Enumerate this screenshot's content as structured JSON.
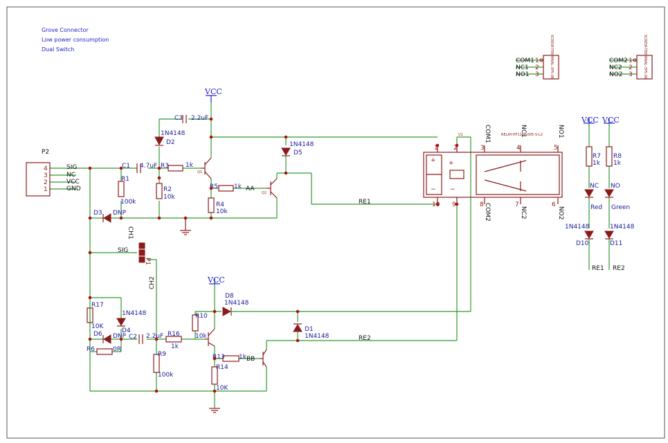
{
  "notes": [
    "Grove Connector",
    "Low power consumption",
    "Dual Switch"
  ],
  "vcc": "VCC",
  "labels": {
    "p2": "P2",
    "p2_pins": [
      "4",
      "3",
      "2",
      "1"
    ],
    "p2_sig": "SIG",
    "p2_nc": "NC",
    "p2_vcc": "VCC",
    "p2_gnd": "GND",
    "c1": "C1",
    "c1_val": "4.7uF",
    "c3": "C3",
    "c3_val": "2.2uF",
    "d2": "D2",
    "d2_val": "1N4148",
    "r3": "R3",
    "r3_val": "1k",
    "r1": "R1",
    "r1_val": "100k",
    "r2": "R2",
    "r2_val": "10k",
    "r5": "R5",
    "r5_val": "1k",
    "r4": "R4",
    "r4_val": "10k",
    "aa": "AA",
    "d5": "D5",
    "d5_val": "1N4148",
    "d3": "D3",
    "d3_val": "DNP",
    "ch1": "CH1",
    "ch2": "CH2",
    "sig": "SIG",
    "p1": "P1",
    "re1": "RE1",
    "re2": "RE2",
    "u1": "U1",
    "relay": "RELAY-HF115F-005-S-L2",
    "com1": "COM1",
    "nc1": "NC1",
    "no1": "NO1",
    "com2": "COM2",
    "nc2": "NC2",
    "no2": "NO2",
    "relay_pins": [
      "1",
      "2",
      "3",
      "4",
      "5",
      "10",
      "9",
      "8",
      "7",
      "6"
    ],
    "term_pins": [
      "1",
      "2",
      "3"
    ],
    "terminal": "SCREW-TERMINAL-3P5-06",
    "r17": "R17",
    "r17_val": "10K",
    "d4": "D4",
    "d4_val": "1N4148",
    "d6": "D6",
    "d6_val": "DNP",
    "r6": "R6",
    "r6_val": "0R",
    "c2": "C2",
    "c2_val": "2.2uF",
    "r16": "R16",
    "r16_val": "1k",
    "r9": "R9",
    "r9_val": "100k",
    "r10": "R10",
    "r10_val": "10k",
    "d8": "D8",
    "d8_val": "1N4148",
    "d1": "D1",
    "d1_val": "1N4148",
    "r13": "R13",
    "r13_val": "1k",
    "bb": "BB",
    "r14": "R14",
    "r14_val": "10K",
    "r7": "R7",
    "r7_val": "1k",
    "r8": "R8",
    "r8_val": "1k",
    "nc_led": "NC",
    "no_led": "NO",
    "red": "Red",
    "green": "Green",
    "d10": "D10",
    "d10_val": "1N4148",
    "d11": "D11",
    "d11_val": "1N4148"
  },
  "colors": {
    "wire": "#2f9a2f",
    "component": "#8b1a1a",
    "power": "#2222cc",
    "note": "#2323c8"
  }
}
